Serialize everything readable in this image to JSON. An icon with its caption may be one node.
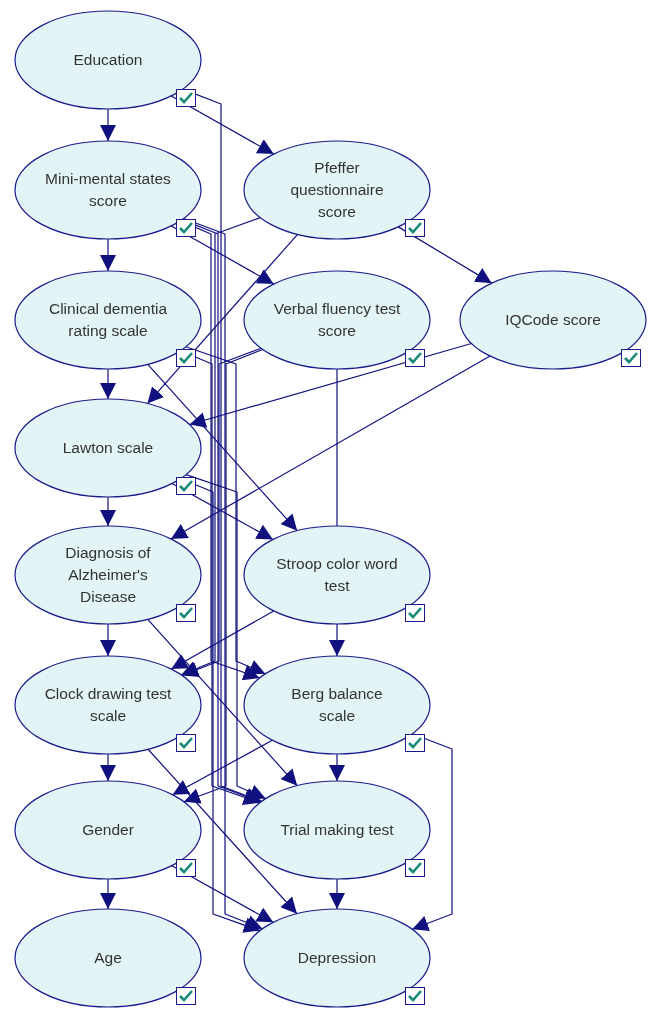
{
  "diagram": {
    "nodes": [
      {
        "text": [
          "Education"
        ]
      },
      {
        "text": [
          "Mini-mental states score"
        ]
      },
      {
        "text": [
          "Pfeffer questionnaire score"
        ]
      },
      {
        "text": [
          "Clinical dementia rating scale"
        ]
      },
      {
        "text": [
          "Verbal fluency test score"
        ]
      },
      {
        "text": [
          "IQCode score"
        ]
      },
      {
        "text": [
          "Lawton scale"
        ]
      },
      {
        "text": [
          "Diagnosis of Alzheimer's Disease"
        ]
      },
      {
        "text": [
          "Stroop color word test"
        ]
      },
      {
        "text": [
          "Clock drawing test scale"
        ]
      },
      {
        "text": [
          "Berg balance scale"
        ]
      },
      {
        "text": [
          "Gender"
        ]
      },
      {
        "text": [
          "Trial making test"
        ]
      },
      {
        "text": [
          "Age"
        ]
      },
      {
        "text": [
          "Depression"
        ]
      }
    ],
    "edges": [
      {
        "from": 0,
        "to": 1,
        "arrow": "to"
      },
      {
        "from": 0,
        "to": 2,
        "arrow": "to"
      },
      {
        "from": 0,
        "to": 12,
        "arrow": "to"
      },
      {
        "from": 1,
        "to": 3,
        "arrow": "to"
      },
      {
        "from": 1,
        "to": 4,
        "arrow": "to"
      },
      {
        "from": 1,
        "to": 10,
        "arrow": "to"
      },
      {
        "from": 1,
        "to": 12,
        "arrow": "to"
      },
      {
        "from": 1,
        "to": 14,
        "arrow": "to"
      },
      {
        "from": 2,
        "to": 5,
        "arrow": "to"
      },
      {
        "from": 2,
        "to": 6,
        "arrow": "to"
      },
      {
        "from": 2,
        "to": 9,
        "arrow": "to"
      },
      {
        "from": 3,
        "to": 6,
        "arrow": "to"
      },
      {
        "from": 3,
        "to": 8,
        "arrow": "to"
      },
      {
        "from": 3,
        "to": 10,
        "arrow": "to"
      },
      {
        "from": 3,
        "to": 12,
        "arrow": "to"
      },
      {
        "from": 4,
        "to": 9,
        "arrow": "to"
      },
      {
        "from": 4,
        "to": 11,
        "arrow": "to"
      },
      {
        "from": 4,
        "to": 8,
        "arrow": "none"
      },
      {
        "from": 5,
        "to": 6,
        "arrow": "to"
      },
      {
        "from": 5,
        "to": 7,
        "arrow": "to"
      },
      {
        "from": 6,
        "to": 7,
        "arrow": "to"
      },
      {
        "from": 6,
        "to": 8,
        "arrow": "to"
      },
      {
        "from": 6,
        "to": 12,
        "arrow": "to"
      },
      {
        "from": 6,
        "to": 14,
        "arrow": "to"
      },
      {
        "from": 7,
        "to": 9,
        "arrow": "to"
      },
      {
        "from": 7,
        "to": 12,
        "arrow": "to"
      },
      {
        "from": 8,
        "to": 9,
        "arrow": "to"
      },
      {
        "from": 8,
        "to": 10,
        "arrow": "to"
      },
      {
        "from": 9,
        "to": 11,
        "arrow": "to"
      },
      {
        "from": 9,
        "to": 14,
        "arrow": "to"
      },
      {
        "from": 10,
        "to": 11,
        "arrow": "to"
      },
      {
        "from": 10,
        "to": 12,
        "arrow": "to"
      },
      {
        "from": 10,
        "to": 14,
        "arrow": "to"
      },
      {
        "from": 11,
        "to": 13,
        "arrow": "to"
      },
      {
        "from": 11,
        "to": 14,
        "arrow": "to"
      },
      {
        "from": 12,
        "to": 14,
        "arrow": "to"
      }
    ]
  }
}
